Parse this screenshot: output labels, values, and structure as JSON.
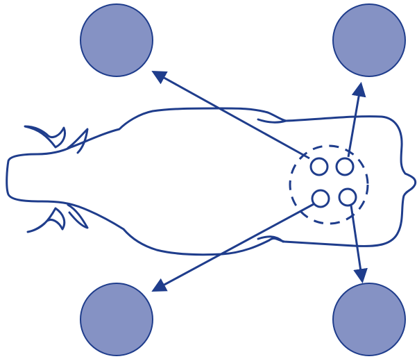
{
  "colors": {
    "outline": "#1f3d8c",
    "circle_fill": "#8592c4",
    "circle_stroke": "#1f3d8c",
    "background": "#ffffff"
  },
  "diagram": {
    "subject": "cow-top-view-outline",
    "udder": {
      "teat_count": 4,
      "boundary": "dashed"
    },
    "arrows": 4,
    "target_circles": 4
  }
}
